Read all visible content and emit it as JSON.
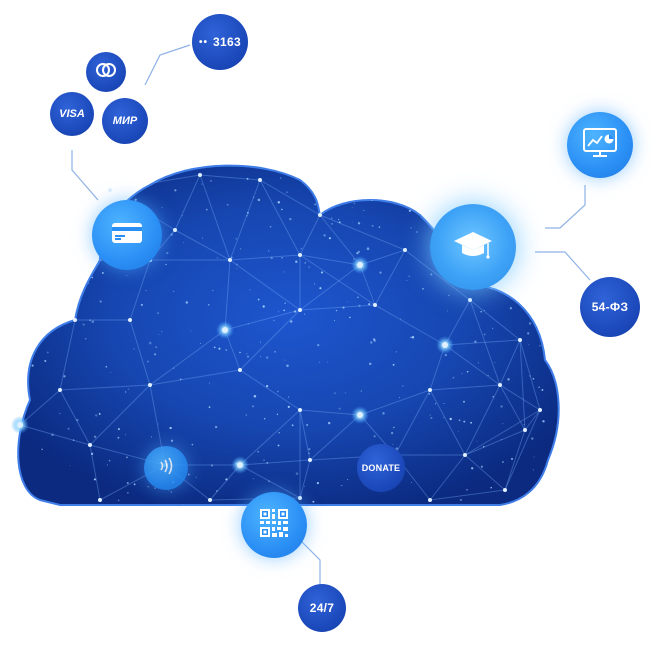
{
  "badges": {
    "card_number": "3163",
    "card_mask": "••",
    "visa": "VISA",
    "mir": "МИР",
    "donate": "DONATE",
    "fz54": "54-ФЗ",
    "support": "24/7"
  },
  "icons": {
    "mastercard": "mastercard-icon",
    "card": "credit-card-icon",
    "education": "graduation-cap-icon",
    "analytics": "analytics-dashboard-icon",
    "nfc": "contactless-icon",
    "qr": "qr-code-icon"
  },
  "colors": {
    "cloud_dark": "#0a2a7a",
    "cloud_mid": "#1c4fc4",
    "badge_dark": "#1a47b8",
    "badge_bright": "#2a8ff5",
    "connector": "#8fb2e6"
  }
}
